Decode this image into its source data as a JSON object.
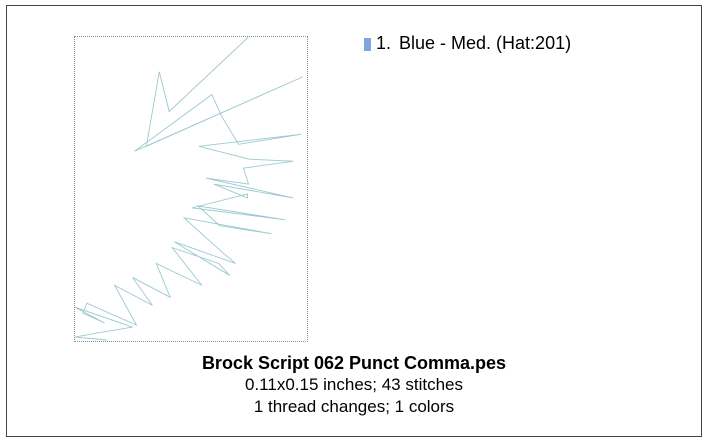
{
  "legend": {
    "number": "1.",
    "label": "Blue - Med. (Hat:201)",
    "swatch_color": "#7ea6dc"
  },
  "design": {
    "title": "Brock Script 062 Punct Comma.pes",
    "dimensions_line": "0.11x0.15 inches; 43 stitches",
    "thread_line": "1 thread changes; 1 colors",
    "stitch_color": "#9cc8d0"
  }
}
